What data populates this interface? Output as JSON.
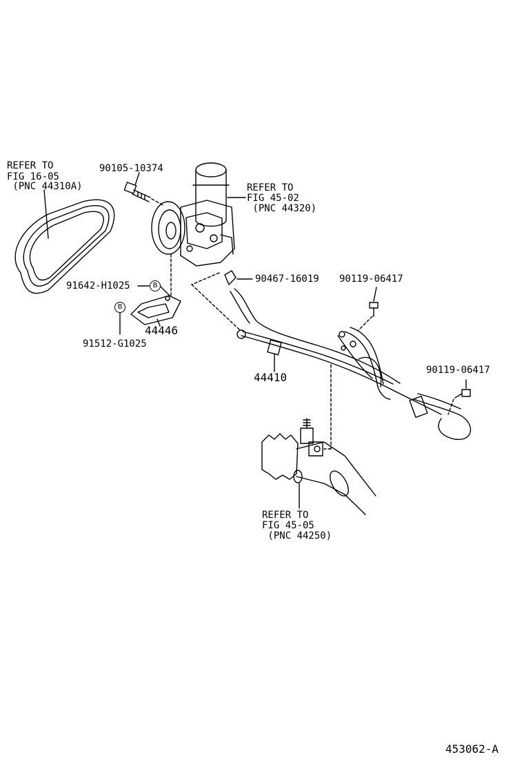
{
  "refs": {
    "belt": [
      "REFER TO",
      "FIG 16-05",
      " (PNC 44310A)"
    ],
    "reservoir": [
      "REFER TO",
      "FIG 45-02",
      " (PNC 44320)"
    ],
    "gear": [
      "REFER TO",
      "FIG 45-05",
      " (PNC 44250)"
    ]
  },
  "parts": {
    "bolt_top": "90105-10374",
    "bracket_bolt": "91642-H1025",
    "bracket": "44446",
    "bracket_bolt2": "91512-G1025",
    "clip": "90467-16019",
    "union_bolt_1": "90119-06417",
    "union_bolt_2": "90119-06417",
    "pressure_tube": "44410"
  },
  "markers": {
    "b1": "B",
    "b2": "B"
  },
  "figure_id": "453062-A"
}
